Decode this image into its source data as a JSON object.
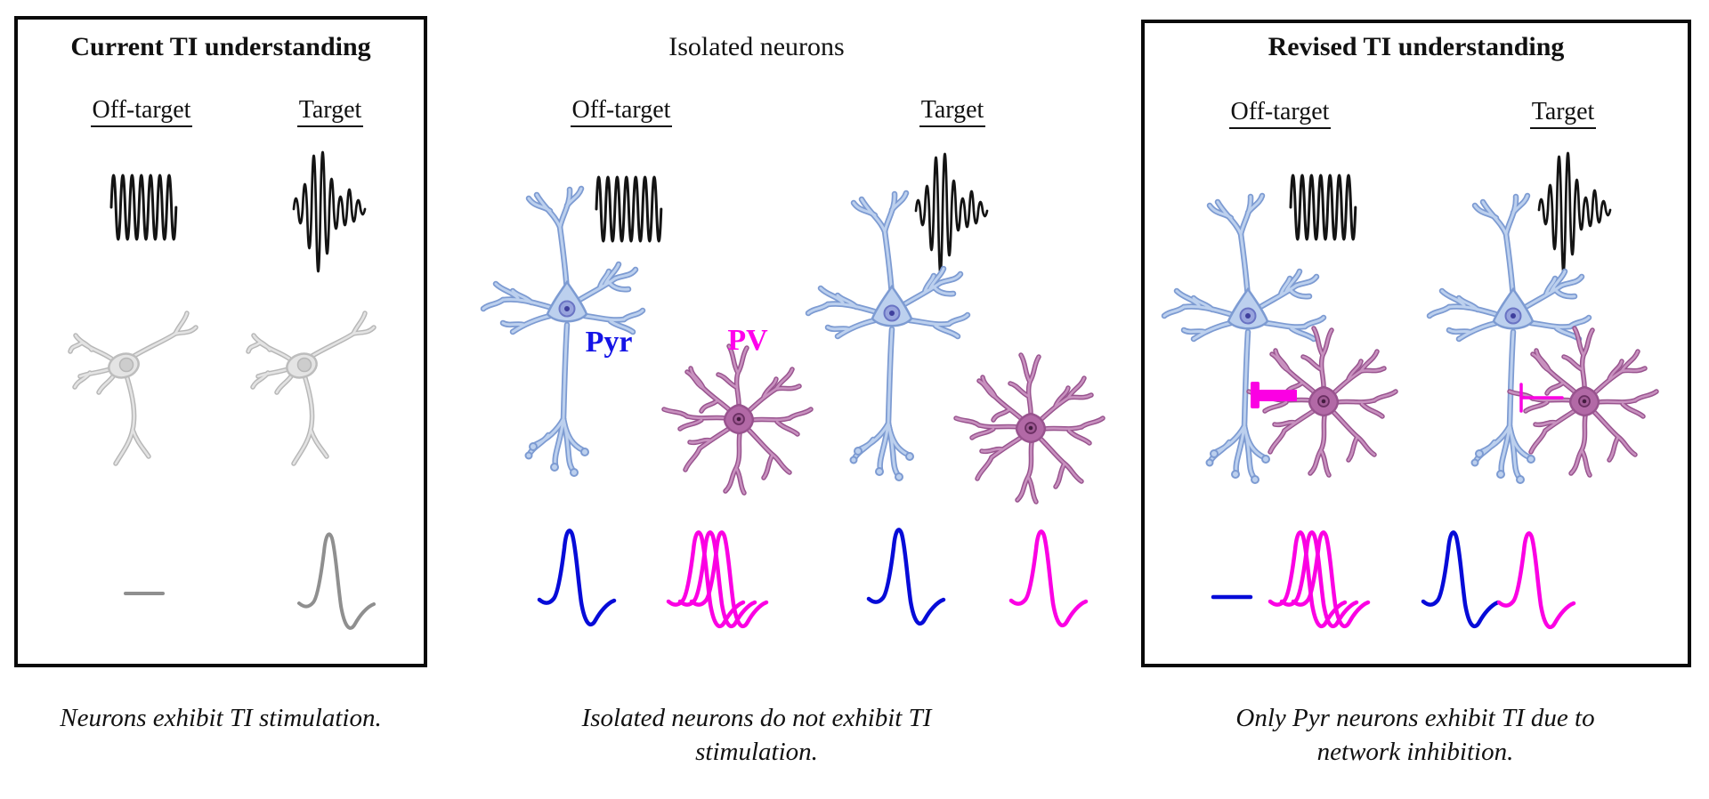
{
  "figure": {
    "type": "scientific-diagram",
    "topic": "Temporal interference (TI) stimulation of neurons"
  },
  "colors": {
    "ink": "#141414",
    "pyr_fill": "#bcd0ee",
    "pyr_stroke": "#7d9bd2",
    "pyr_nucleus": "#3f3f9d",
    "pv_fill": "#c891bf",
    "pv_stroke": "#98538e",
    "pv_soma": "#b269a6",
    "pv_nucleus": "#431c3f",
    "gray_light": "#e3e3e3",
    "gray_stroke": "#b7b7b7",
    "gray_trace": "#8f8f8f",
    "trace_blue": "#060bd8",
    "trace_magenta": "#fb00e3",
    "label_blue": "#1515e6",
    "label_magenta": "#ff00ec"
  },
  "panels": [
    {
      "title": "Current TI understanding",
      "boxed": true,
      "columns": [
        {
          "header": "Off-target",
          "stimulus": "unmodulated-sine",
          "neuron": "generic-gray-neuron",
          "response": "flat-line"
        },
        {
          "header": "Target",
          "stimulus": "modulated-ti-wave",
          "neuron": "generic-gray-neuron",
          "response": "single-spike"
        }
      ],
      "caption": "Neurons exhibit TI stimulation."
    },
    {
      "title": "Isolated neurons",
      "boxed": false,
      "labels": {
        "pyr": "Pyr",
        "pv": "PV"
      },
      "columns": [
        {
          "header": "Off-target",
          "stimulus": "unmodulated-sine",
          "responses": {
            "pyr": "single-spike",
            "pv": "spike-burst"
          }
        },
        {
          "header": "Target",
          "stimulus": "modulated-ti-wave",
          "responses": {
            "pyr": "single-spike",
            "pv": "single-spike"
          }
        }
      ],
      "caption": "Isolated neurons do not exhibit TI stimulation."
    },
    {
      "title": "Revised TI understanding",
      "boxed": true,
      "columns": [
        {
          "header": "Off-target",
          "stimulus": "unmodulated-sine",
          "inhibition": "strong",
          "responses": {
            "pyr": "flat-line",
            "pv": "spike-burst"
          }
        },
        {
          "header": "Target",
          "stimulus": "modulated-ti-wave",
          "inhibition": "weak",
          "responses": {
            "pyr": "single-spike",
            "pv": "single-spike"
          }
        }
      ],
      "caption": "Only Pyr neurons exhibit TI due to network inhibition."
    }
  ]
}
